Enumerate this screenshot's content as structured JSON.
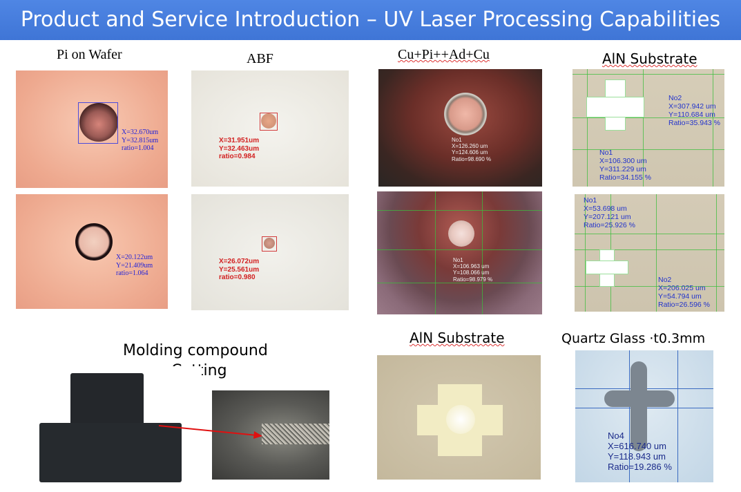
{
  "page": {
    "title": "Product and Service Introduction – UV Laser Processing Capabilities"
  },
  "columns": [
    {
      "caption": "Pi  on  Wafer",
      "images": [
        {
          "annotation": [
            "X=32.670um",
            "Y=32.815um",
            "ratio=1.004"
          ]
        },
        {
          "annotation": [
            "X=20.122um",
            "Y=21.409um",
            "ratio=1.064"
          ]
        }
      ]
    },
    {
      "caption": "ABF",
      "images": [
        {
          "annotation": [
            "X=31.951um",
            "Y=32.463um",
            "ratio=0.984"
          ]
        },
        {
          "annotation": [
            "X=26.072um",
            "Y=25.561um",
            "ratio=0.980"
          ]
        }
      ]
    },
    {
      "caption": "Cu+Pi++Ad+Cu",
      "images": [
        {
          "annotation": [
            "No1",
            "X=126.260 um",
            "Y=124.606 um",
            "Ratio=98.690 %"
          ]
        },
        {
          "annotation": [
            "No1",
            "X=106.963 um",
            "Y=108.066 um",
            "Ratio=98.979 %"
          ]
        }
      ]
    },
    {
      "caption": "AlN Substrate",
      "images": [
        {
          "annotation_a": [
            "No2",
            "X=307.942 um",
            "Y=110.684 um",
            "Ratio=35.943 %"
          ],
          "annotation_b": [
            "No1",
            "X=106.300 um",
            "Y=311.229 um",
            "Ratio=34.155 %"
          ]
        },
        {
          "annotation_a": [
            "No1",
            "X=53.698 um",
            "Y=207.121 um",
            "Ratio=25.926 %"
          ],
          "annotation_b": [
            "No2",
            "X=206.025 um",
            "Y=54.794 um",
            "Ratio=26.596 %"
          ]
        }
      ]
    }
  ],
  "bottom": {
    "molding": {
      "caption_line1": "Molding compound",
      "caption_line2": "Cutting"
    },
    "aln": {
      "caption": "AlN Substrate"
    },
    "quartz": {
      "caption": "Quartz Glass ·t0.3mm",
      "annotation": [
        "No4",
        "X=616.740 um",
        "Y=118.943 um",
        "Ratio=19.286 %"
      ]
    }
  },
  "colors": {
    "banner": "#4a80e0",
    "annotation_blue": "#2323d8",
    "annotation_red": "#d21f1f",
    "arrow": "#e01010"
  },
  "icons": {
    "arrow": "red-arrow"
  }
}
